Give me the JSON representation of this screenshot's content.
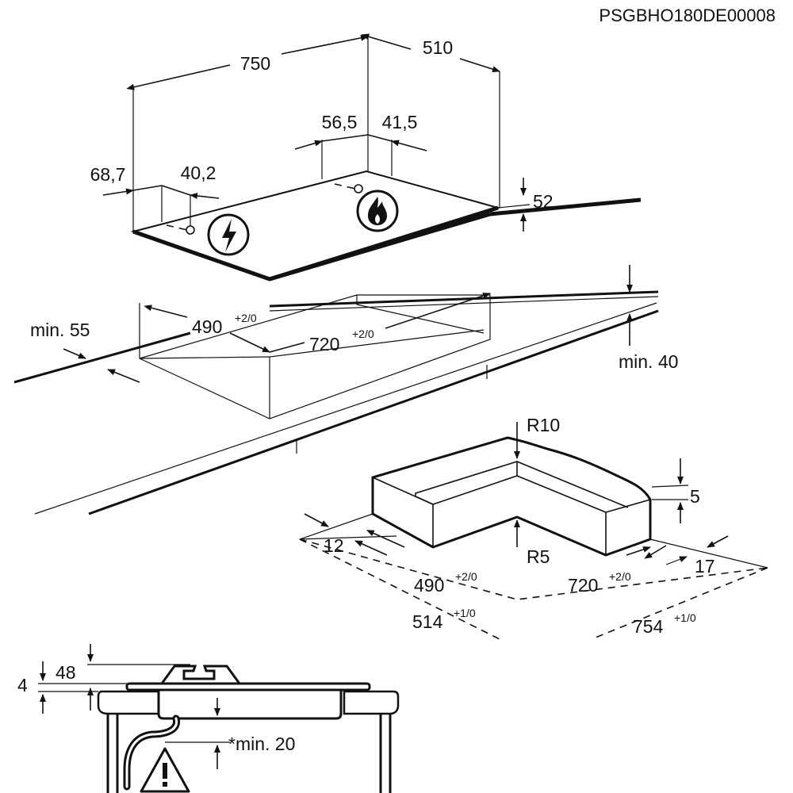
{
  "document_code": "PSGBHO180DE00008",
  "hob_view": {
    "width_label": "750",
    "depth_label": "510",
    "height_label": "52",
    "elec_offset_x_label": "68,7",
    "elec_offset_y_label": "40,2",
    "gas_offset_x_label": "56,5",
    "gas_offset_y_label": "41,5",
    "electric_icon": "lightning-bolt-icon",
    "gas_icon": "flame-icon"
  },
  "cutout_view": {
    "depth_label": "490",
    "depth_tol": "+2/0",
    "width_label": "720",
    "width_tol": "+2/0",
    "front_clearance_label": "min. 55",
    "worktop_thickness_label": "min. 40"
  },
  "frame_view": {
    "radius_outer_label": "R10",
    "radius_inner_label": "R5",
    "lip_label": "5",
    "edge_left_label": "12",
    "edge_right_label": "17",
    "inner_depth_label": "490",
    "inner_depth_tol": "+2/0",
    "inner_width_label": "720",
    "inner_width_tol": "+2/0",
    "outer_depth_label": "514",
    "outer_depth_tol": "+1/0",
    "outer_width_label": "754",
    "outer_width_tol": "+1/0"
  },
  "section_view": {
    "total_height_label": "48",
    "glass_label": "4",
    "clearance_label": "*min. 20",
    "warning_icon": "warning-triangle-icon"
  }
}
